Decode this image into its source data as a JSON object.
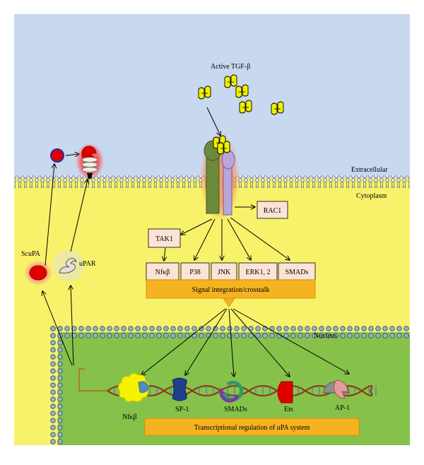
{
  "labels": {
    "active_tgf": "Active TGF-β",
    "extracellular": "Extracellular",
    "cytoplasm": "Cytoplasm",
    "nucleus": "Nucleus",
    "scupa": "ScuPA",
    "upar": "uPAR"
  },
  "kinases": {
    "rac1": "RAC1",
    "tak1": "TAK1",
    "nfkb": "Nfκβ",
    "p38": "P38",
    "jnk": "JNK",
    "erk": "ERK1, 2",
    "smads": "SMADs"
  },
  "bars": {
    "signal": "Signal integration/crosstalk",
    "transcription": "Transcriptional regulation of uPA system"
  },
  "tf_labels": {
    "nfkb": "Nfκβ",
    "sp1": "SP-1",
    "smads": "SMADs",
    "ets": "Ets",
    "ap1": "AP-1"
  },
  "colors": {
    "extracellular_bg": "#c8d8ee",
    "cytoplasm_bg": "#f7f26a",
    "nucleus_bg": "#86c24a",
    "box_fill": "#fbe4d6",
    "bar_fill": "#f5b321",
    "receptor_green": "#6b8a3a",
    "receptor_purple": "#b9a6d8",
    "ligand_yellow": "#f0f000"
  }
}
